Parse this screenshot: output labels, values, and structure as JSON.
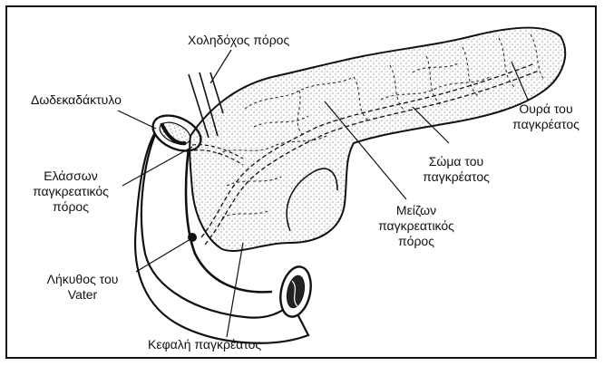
{
  "labels": {
    "bile_duct": "Χοληδόχος πόρος",
    "duodenum": "Δωδεκαδάκτυλο",
    "tail": [
      "Ουρά του",
      "παγκρέατος"
    ],
    "body": [
      "Σώμα του",
      "παγκρέατος"
    ],
    "minor_duct": [
      "Ελάσσων",
      "παγκρεατικός",
      "πόρος"
    ],
    "major_duct": [
      "Μείζων",
      "παγκρεατικός",
      "πόρος"
    ],
    "ampulla": [
      "Λήκυθος του",
      "Vater"
    ],
    "head": "Κεφαλή παγκρέατος"
  },
  "colors": {
    "ink": "#111111",
    "background": "#ffffff",
    "stipple": "#555555"
  }
}
